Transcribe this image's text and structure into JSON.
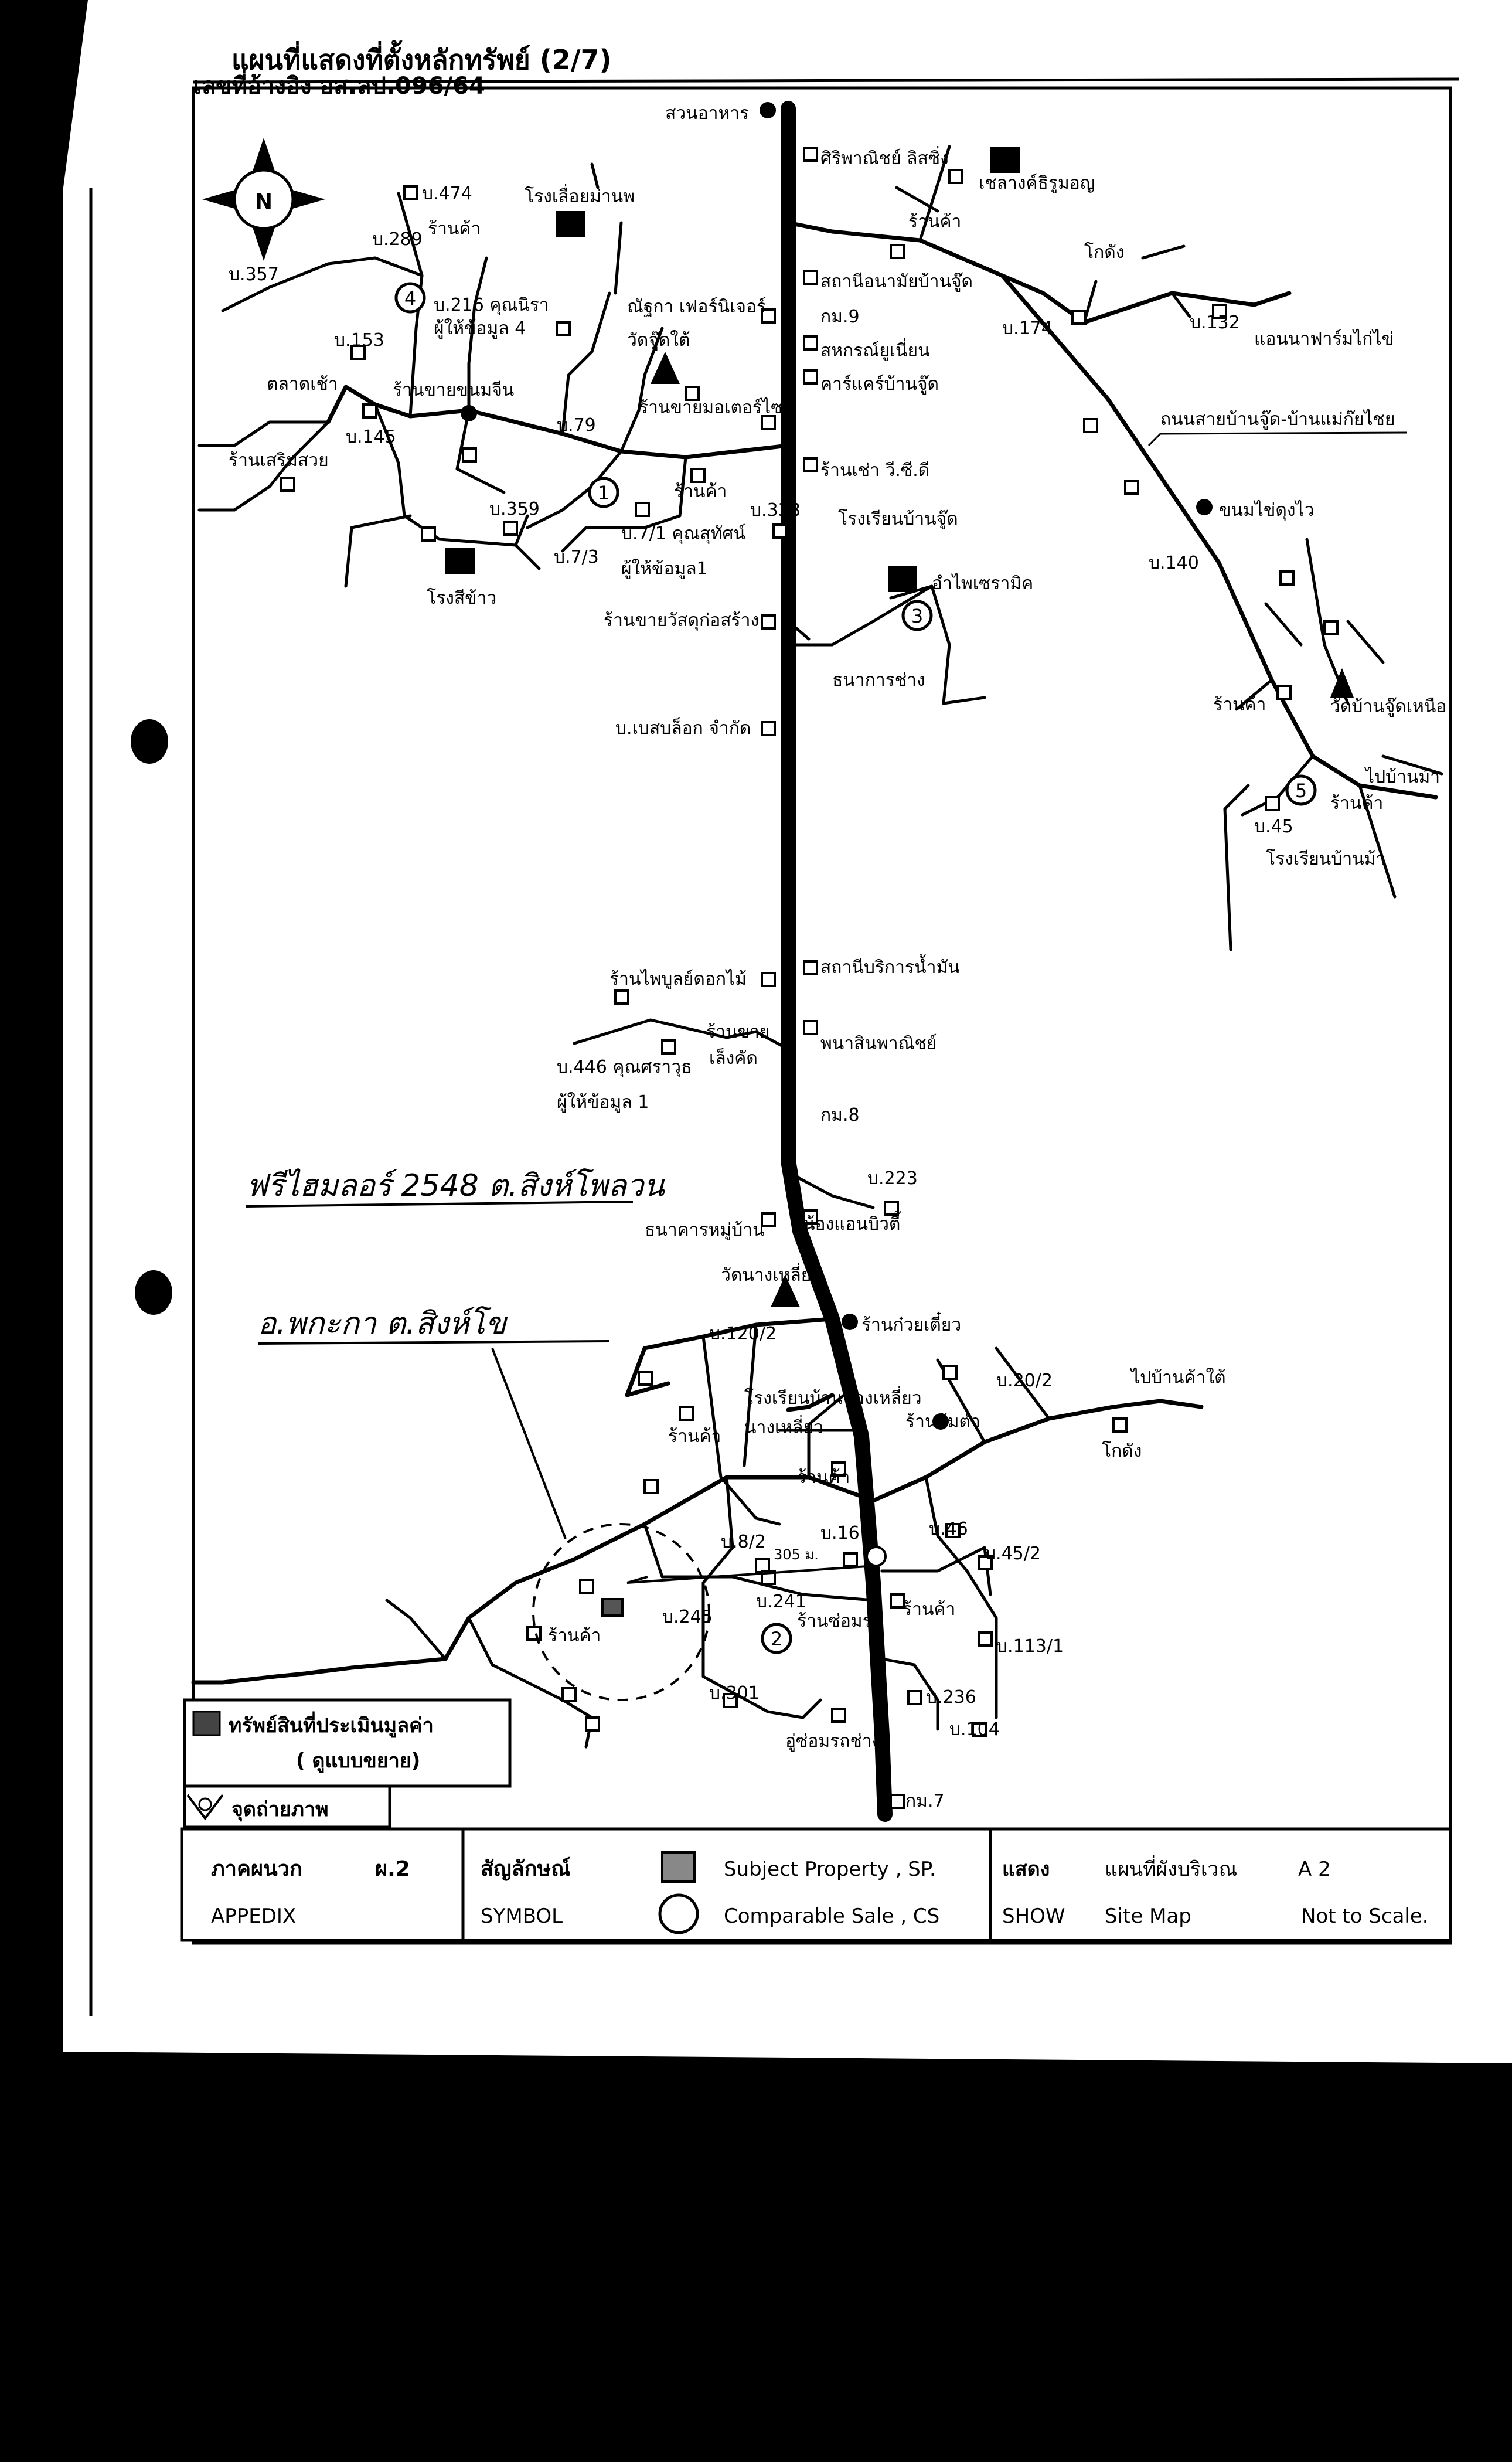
{
  "header": {
    "title": "แผนที่แสดงที่ตั้งหลักทรัพย์ (2/7)",
    "ref": "เลขที่อ้างอิง อส.ลป.096/64"
  },
  "compass": {
    "letter": "N",
    "icon": "north-arrow-icon"
  },
  "places": {
    "suan_ahan": "สวนอาหาร",
    "siriphanich": "ศิริพาณิชย์ ลิสซิ่ง",
    "chaleang": "เชลางค์ธิรูมอญ",
    "ban_474": "บ.474",
    "rong_lueay": "โรงเลื่อยม่านพ",
    "ran_ka_top": "ร้านค้า",
    "ban_289": "บ.289",
    "ban_357": "บ.357",
    "station_anamai": "สถานีอนามัยบ้านจู๊ด",
    "ran_ka_right1": "ร้านค้า",
    "ban_216": "บ.216 คุณนิรา",
    "phu_hai_4": "ผู้ให้ข้อมูล 4",
    "nattha": "ณัฐกา เฟอร์นิเจอร์",
    "km9": "กม.9",
    "wat_judtai": "วัดจู๊ดใต้",
    "ban_153": "บ.153",
    "talat_chao": "ตลาดเช้า",
    "sahakorn": "สหกรณ์ยูเนี่ยน",
    "carcare": "คาร์แคร์บ้านจู๊ด",
    "koktang": "โกดัง",
    "ban_174": "บ.174",
    "ban_132": "บ.132",
    "anona": "แอนนาฟาร์มไก่ไข่",
    "road_name": "ถนนสายบ้านจู๊ด-บ้านแม่ก๊ยไชย",
    "ran_kai_khanom": "ร้านขายขนมจีน",
    "ran_motor": "ร้านขายมอเตอร์ไซค์",
    "ban_145": "บ.145",
    "ban_79": "บ.79",
    "ran_soem": "ร้านเสริมสวย",
    "ran_chao": "ร้านเช่า วี.ซี.ดี",
    "ran_ka_mid": "ร้านค้า",
    "ban_359": "บ.359",
    "ban_338": "บ.338",
    "school_judd": "โรงเรียนบ้านจู๊ด",
    "khanom_kai": "ขนมไข่ดุงไว",
    "ban_71": "บ.7/1 คุณสุทัศน์",
    "ban_73": "บ.7/3",
    "phu_hai_1a": "ผู้ให้ข้อมูล1",
    "rong_si_khao": "โรงสีข้าว",
    "umphai": "อำไพเซรามิค",
    "ban_140": "บ.140",
    "ran_wat": "ร้านขายวัสดุก่อสร้าง",
    "bank_chang": "ธนาการช่าง",
    "ran_ka_r2": "ร้านค้า",
    "wat_nuea": "วัดบ้านจู๊ดเหนือ",
    "block": "บ.เบสบล็อก จำกัด",
    "ban_45a": "บ.45",
    "ran_ka_r3": "ร้านค้า",
    "school_r": "โรงเรียนบ้านม้า",
    "fai_pan": "ไปบ้านม้า",
    "ran_phaibun": "ร้านไพบูลย์ดอกไม้",
    "petrol": "สถานีบริการน้ำมัน",
    "ran_khai_lek": "ร้านขาย",
    "lek_sub": "เล็งคัด",
    "phana": "พนาสินพาณิชย์",
    "ban_446": "บ.446 คุณศราวุธ",
    "phu_hai_1b": "ผู้ให้ข้อมูล 1",
    "km8": "กม.8",
    "ban_223": "บ.223",
    "nong_anan": "น้องแอนบิวตี้",
    "bank_village": "ธนาคารหมู่บ้าน",
    "handwrite1": "ฟรีไฮมลอร์ 2548 ต.สิงห์โพลวน",
    "handwrite2": "อ.พกะกา ต.สิงห์โข",
    "wat_nangkhao": "วัดนางเหลี่ยว",
    "ran_kuai": "ร้านก๋วยเตี๋ยว",
    "ban_1202": "บ.120/2",
    "ban_202": "บ.20/2",
    "school_nang": "โรงเรียนบ้านนางเหลี่ยว",
    "fai_ka": "ไปบ้านค้าใต้",
    "ran_ka_l": "ร้านค้า",
    "nang_liao": "นางเหลี่ยว",
    "ran_som": "ร้านส้มตำ",
    "koktang2": "โกดัง",
    "ran_ka_c": "ร้านค้า",
    "ban_82": "บ.8/2",
    "ban_16": "บ.16",
    "ban_46": "บ.46",
    "ban_452": "บ.45/2",
    "dist": "305 ม.",
    "ban_241": "บ.241",
    "ban_245": "บ.245",
    "ran_ka_sp": "ร้านค้า",
    "ran_som2": "ร้านซ่อมรถ",
    "ran_ka_s": "ร้านค้า",
    "ban_1131": "บ.113/1",
    "ban_301": "บ.301",
    "ban_236": "บ.236",
    "ban_104": "บ.104",
    "uchat": "อู่ซ่อมรถช่าง",
    "km7": "กม.7"
  },
  "comparables": [
    "1",
    "2",
    "3",
    "4",
    "5"
  ],
  "legend_box": {
    "subject": "ทรัพย์สินที่ประเมินมูลค่า",
    "enlarge": "( ดูแบบขยาย)",
    "photo": "จุดถ่ายภาพ"
  },
  "footer": {
    "c1_top": "ภาคผนวก",
    "c1_top_code": "ผ.2",
    "c1_bottom": "APPEDIX",
    "c2_top": "สัญลักษณ์",
    "c2_bottom": "SYMBOL",
    "c3_top": "Subject   Property , SP.",
    "c3_bottom": "Comparable  Sale , CS",
    "c4_top_label": "แสดง",
    "c4_top_value": "แผนที่ผังบริเวณ",
    "c4_top_code": "A 2",
    "c4_bottom_label": "SHOW",
    "c4_bottom_value": "Site Map",
    "c4_bottom_note": "Not to Scale."
  }
}
